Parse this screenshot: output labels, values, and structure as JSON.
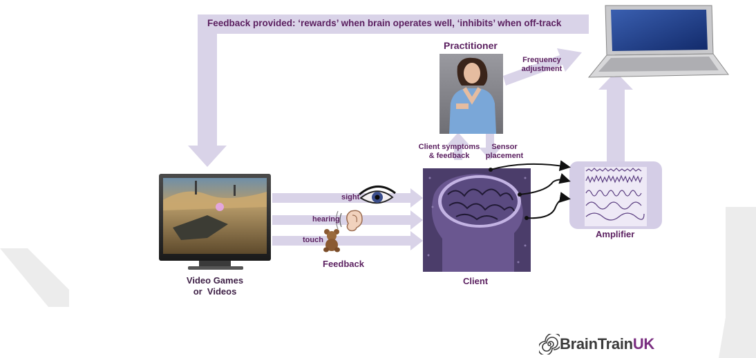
{
  "feedback_banner": "Feedback provided: ‘rewards’ when brain operates well, ‘inhibits’ when off-track",
  "practitioner": "Practitioner",
  "frequency_adjustment": [
    "Frequency",
    "adjustment"
  ],
  "client_symptoms": [
    "Client symptoms",
    "& feedback"
  ],
  "sensor_placement": [
    "Sensor",
    "placement"
  ],
  "sight": "sight",
  "hearing": "hearing",
  "touch": "touch",
  "feedback_label": "Feedback",
  "video_label": [
    "Video Games",
    "or  Videos"
  ],
  "client_label": "Client",
  "amplifier_label": "Amplifier",
  "logo": {
    "brand": "BrainTrain",
    "suffix": "UK"
  },
  "colors": {
    "arrow": "#d9d3e8",
    "label": "#5a1f5f",
    "client_box": "#4b3d6a",
    "brain": "#6a5790",
    "amp_panel": "#d4cde6"
  }
}
